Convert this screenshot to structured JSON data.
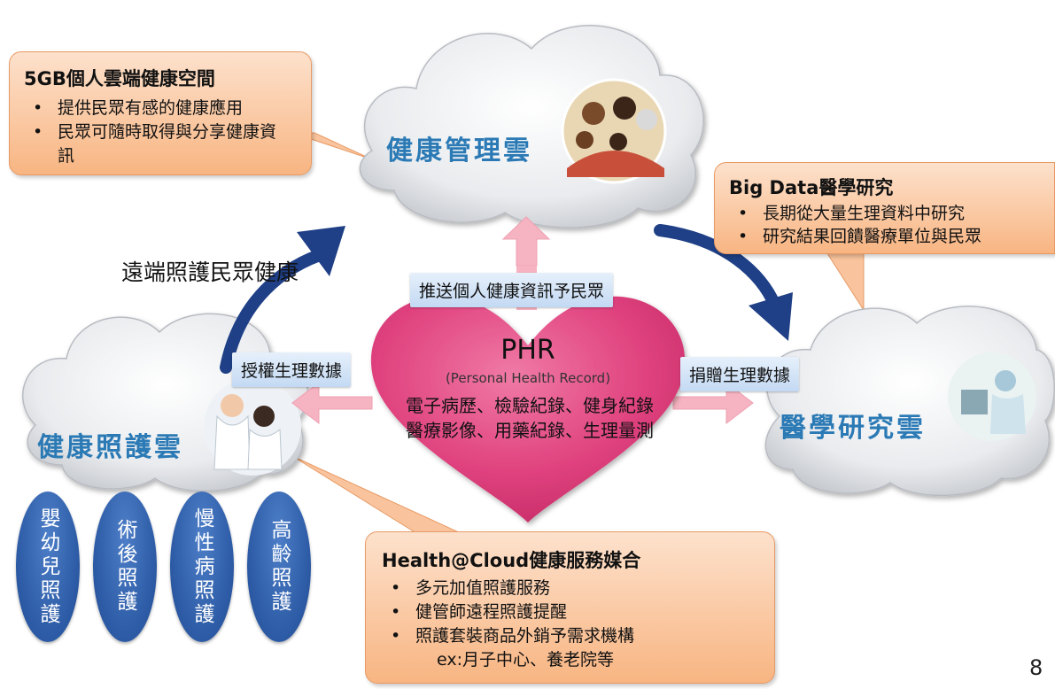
{
  "callouts": {
    "storage": {
      "title": "5GB個人雲端健康空間",
      "bullets": [
        "提供民眾有感的健康應用",
        "民眾可隨時取得與分享健康資訊"
      ]
    },
    "bigdata": {
      "title": "Big Data醫學研究",
      "bullets": [
        "長期從大量生理資料中研究",
        "研究結果回饋醫療單位與民眾"
      ]
    },
    "healthcloud": {
      "title": "Health@Cloud健康服務媒合",
      "bullets": [
        "多元加值照護服務",
        "健管師遠程照護提醒",
        "照護套裝商品外銷予需求機構"
      ],
      "note": "ex:月子中心、養老院等"
    }
  },
  "clouds": {
    "management": "健康管理雲",
    "care": "健康照護雲",
    "research": "醫學研究雲"
  },
  "flows": {
    "remote_care": "遠端照護民眾健康",
    "push": "推送個人健康資訊予民眾",
    "authorize": "授權生理數據",
    "donate": "捐贈生理數據"
  },
  "phr": {
    "title": "PHR",
    "subtitle": "(Personal Health Record)",
    "line1": "電子病歷、檢驗紀錄、健身紀錄",
    "line2": "醫療影像、用藥紀錄、生理量測"
  },
  "care_services": [
    "嬰幼兒照護",
    "術後照護",
    "慢性病照護",
    "高齡照護"
  ],
  "page_number": "8",
  "colors": {
    "callout": "#f9b98a",
    "cloud_label": "#2b7ab5",
    "heart": "#e0437f",
    "oval": "#2c5aa4",
    "arrow": "#1f3f86"
  }
}
